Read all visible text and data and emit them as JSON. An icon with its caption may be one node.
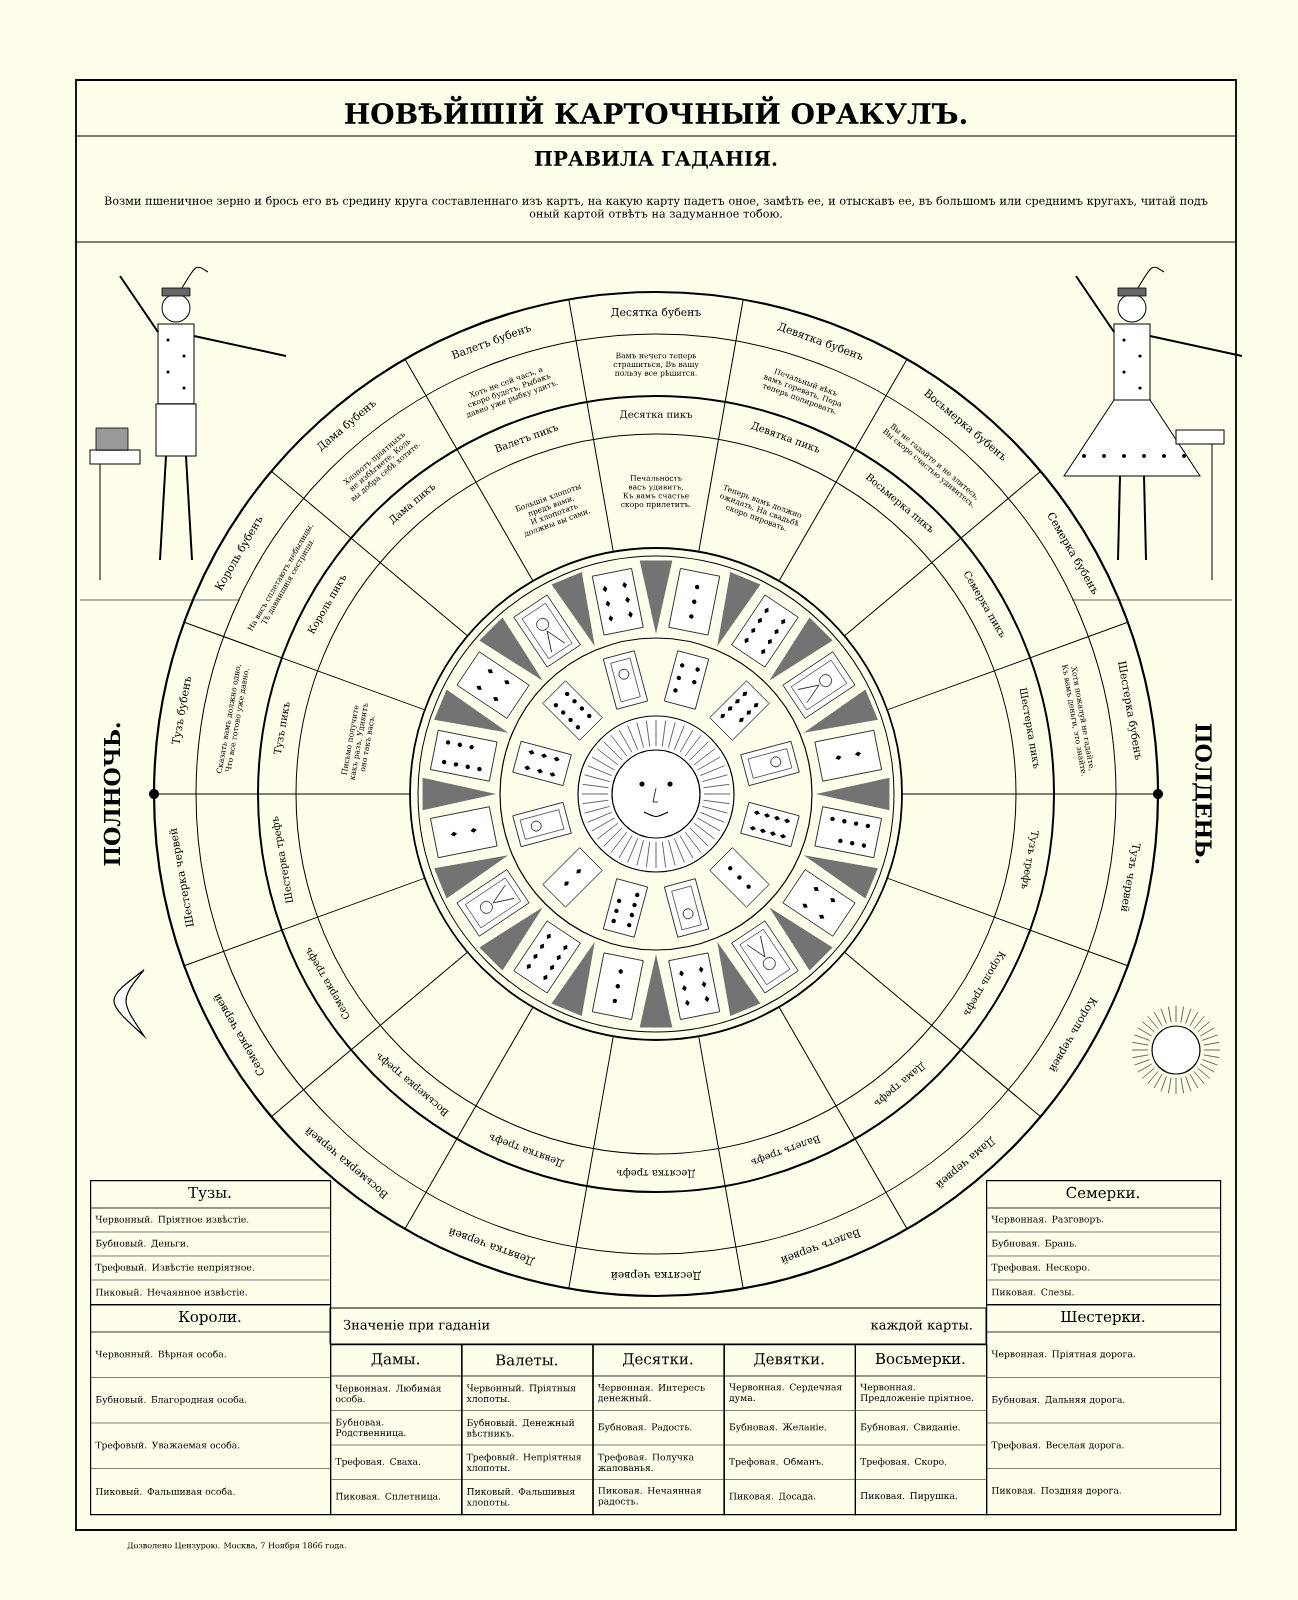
{
  "diagram": {
    "title": "НОВѢЙШІЙ КАРТОЧНЫЙ ОРАКУЛЪ.",
    "nodes": [
      {
        "text": [
          "Тузъ бубенъ",
          "Сказать вамъ должно одно, Что все готово уже давно."
        ]
      },
      {
        "text": [
          "Король бубенъ",
          "На васъ сплетаютъ небылицы, Тѣ давнишнія сестрицы."
        ]
      },
      {
        "text": [
          "Дама бубенъ",
          "Хлопотъ пріятныхъ не избѣгнете, Коль вы добра себѣ хотите."
        ]
      },
      {
        "text": [
          "Валетъ бубенъ",
          "Хоть не сей часъ, а скоро будетъ, Рыбакъ давно уже рыбку удитъ."
        ]
      },
      {
        "text": [
          "Десятка бубенъ",
          "Вамъ нечего теперь страшиться, Въ вашу пользу все рѣшится."
        ]
      },
      {
        "text": [
          "Девятка бубенъ",
          "Печальный вѣкъ вамъ горевать, Пора теперь попировать."
        ]
      },
      {
        "text": [
          "Восьмерка бубенъ",
          "Вы не гадайте и не злитесь, Вы скоро счастью удивитесь."
        ]
      },
      {
        "text": [
          "Семерка бубенъ"
        ]
      },
      {
        "text": [
          "Шестерка бубенъ",
          "Хотя пожалуй не гадайте, Къ вамъ деньги, это знайте."
        ]
      },
      {
        "text": [
          "Тузъ червей"
        ]
      },
      {
        "text": [
          "Король червей"
        ]
      },
      {
        "text": [
          "Дама червей"
        ]
      },
      {
        "text": [
          "Валетъ червей"
        ]
      },
      {
        "text": [
          "Десятка червей"
        ]
      },
      {
        "text": [
          "Девятка червей"
        ]
      },
      {
        "text": [
          "Восьмерка червей"
        ]
      },
      {
        "text": [
          "Семерка червей"
        ]
      },
      {
        "text": [
          "Шестерка червей"
        ]
      },
      {
        "text": [
          "Тузъ пикъ",
          "Письмо получите какъ разъ, Удивитъ оно такъ васъ."
        ]
      },
      {
        "text": [
          "Король пикъ"
        ]
      },
      {
        "text": [
          "Дама пикъ"
        ]
      },
      {
        "text": [
          "Валетъ пикъ",
          "Большія хлопоты предъ вами, И хлопотать должны вы сами."
        ]
      },
      {
        "text": [
          "Десятка пикъ",
          "Печальность васъ удивитъ, Къ вамъ счастье скоро прилетитъ."
        ]
      },
      {
        "text": [
          "Девятка пикъ",
          "Теперь вамъ должно ожидать, На свадьбѣ скоро пировать."
        ]
      },
      {
        "text": [
          "Восьмерка пикъ"
        ]
      },
      {
        "text": [
          "Семерка пикъ"
        ]
      },
      {
        "text": [
          "Шестерка пикъ"
        ]
      },
      {
        "text": [
          "Тузъ трефъ"
        ]
      },
      {
        "text": [
          "Король трефъ"
        ]
      },
      {
        "text": [
          "Дама трефъ"
        ]
      },
      {
        "text": [
          "Валетъ трефъ"
        ]
      },
      {
        "text": [
          "Десятка трефъ"
        ]
      },
      {
        "text": [
          "Девятка трефъ"
        ]
      },
      {
        "text": [
          "Восьмерка трефъ"
        ]
      },
      {
        "text": [
          "Семерка трефъ"
        ]
      },
      {
        "text": [
          "Шестерка трефъ"
        ]
      },
      {
        "text": [
          "Тузы.",
          "Червонный. Пріятное извѣстіе.",
          "Бубновый. Деньги.",
          "Трефовый. Извѣстіе непріятное.",
          "Пиковый. Нечаянное извѣстіе."
        ]
      },
      {
        "text": [
          "Семерки.",
          "Червонная. Разговоръ.",
          "Бубновая. Брань.",
          "Трефовая. Нескоро.",
          "Пиковая. Слезы."
        ]
      },
      {
        "text": [
          "Короли.",
          "Червонный. Вѣрная особа.",
          "Бубновый. Благородная особа.",
          "Трефовый. Уважаемая особа.",
          "Пиковый. Фальшивая особа."
        ]
      },
      {
        "text": [
          "Дамы.",
          "Червонная. Любимая особа.",
          "Бубновая. Родственница.",
          "Трефовая. Сваха.",
          "Пиковая. Сплетница."
        ]
      },
      {
        "text": [
          "Валеты.",
          "Червонный. Пріятныя хлопоты.",
          "Бубновый. Денежный вѣстникъ.",
          "Трефовый. Непріятныя хлопоты.",
          "Пиковый. Фальшивыя хлопоты."
        ]
      },
      {
        "text": [
          "Десятки.",
          "Червонная. Интересъ денежный.",
          "Бубновая. Радость.",
          "Трефовая. Получка жалованья.",
          "Пиковая. Нечаянная радость."
        ]
      },
      {
        "text": [
          "Девятки.",
          "Червонная. Сердечная дума.",
          "Бубновая. Желаніе.",
          "Трефовая. Обманъ.",
          "Пиковая. Досада."
        ]
      },
      {
        "text": [
          "Восьмерки.",
          "Червонная. Предложеніе пріятное.",
          "Бубновая. Свиданіе.",
          "Трефовая. Скоро.",
          "Пиковая. Пирушка."
        ]
      },
      {
        "text": [
          "Шестерки.",
          "Червонная. Пріятная дорога.",
          "Бубновая. Дальняя дорога.",
          "Трефовая. Веселая дорога.",
          "Пиковая. Поздняя дорога."
        ]
      }
    ],
    "labels": [
      "ПРАВИЛА ГАДАНІЯ.",
      "Возми пшеничное зерно и брось его въ средину круга составленнаго изъ картъ, на какую карту падетъ оное, замѣть ее, и отыскавъ ее, въ большомъ или среднимъ кругахъ, читай подъ оный картой отвѣтъ на задуманное тобою.",
      "ПОЛНОЧЬ.",
      "ПОЛДЕНЬ.",
      "Значеніе при гаданіи",
      "каждой карты.",
      "Дозволено Цензурою. Москва, 7 Ноября 1866 года."
    ]
  }
}
